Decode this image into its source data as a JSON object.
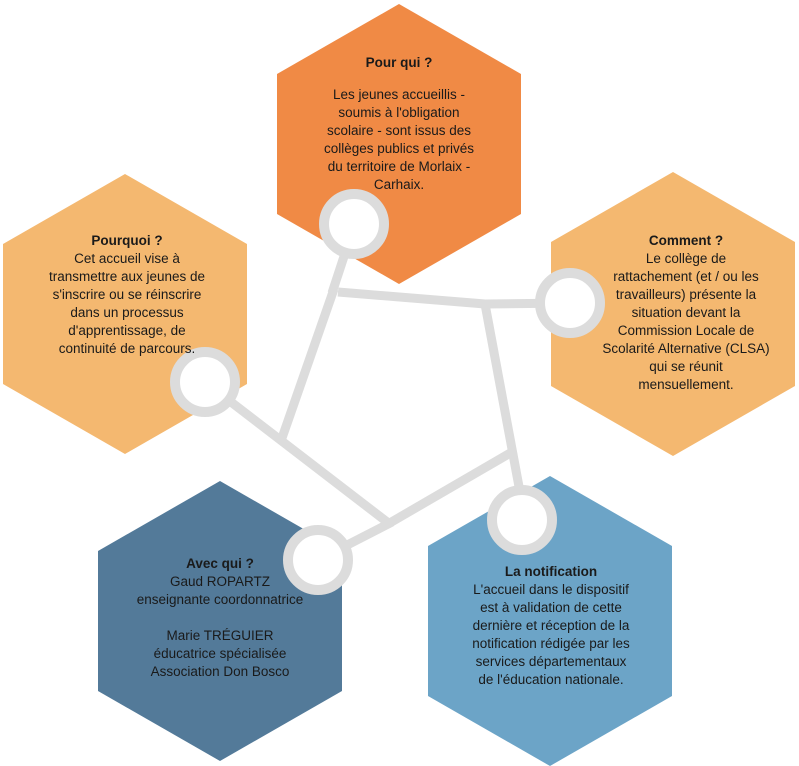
{
  "colors": {
    "pour_qui": "#f08a45",
    "pourquoi": "#f4b870",
    "comment": "#f4b870",
    "avec_qui": "#537a99",
    "notification": "#6ca4c7",
    "connector": "#dcdcdc",
    "text": "#1a1a1a"
  },
  "hexagons": {
    "pour_qui": {
      "title": "Pour qui ?",
      "body": "Les jeunes accueillis -\nsoumis à l'obligation\nscolaire - sont issus des\ncollèges publics et privés\ndu territoire de Morlaix -\nCarhaix."
    },
    "pourquoi": {
      "title": "Pourquoi ?",
      "body": "Cet accueil vise à\ntransmettre aux jeunes de\ns'inscrire ou se réinscrire\ndans un processus\nd'apprentissage, de\ncontinuité de parcours."
    },
    "comment": {
      "title": "Comment ?",
      "body": "Le collège de\nrattachement (et / ou les\ntravailleurs) présente la\nsituation devant la\nCommission Locale de\nScolarité Alternative (CLSA)\nqui se réunit\nmensuellement."
    },
    "avec_qui": {
      "title": "Avec qui ?",
      "body": "Gaud ROPARTZ\nenseignante coordonnatrice\n\nMarie TRÉGUIER\néducatrice spécialisée\nAssociation Don Bosco"
    },
    "notification": {
      "title": "La notification",
      "body": "L'accueil dans le dispositif\nest à validation de cette\ndernière et réception de la\nnotification rédigée par les\nservices départementaux\nde l'éducation nationale."
    }
  }
}
